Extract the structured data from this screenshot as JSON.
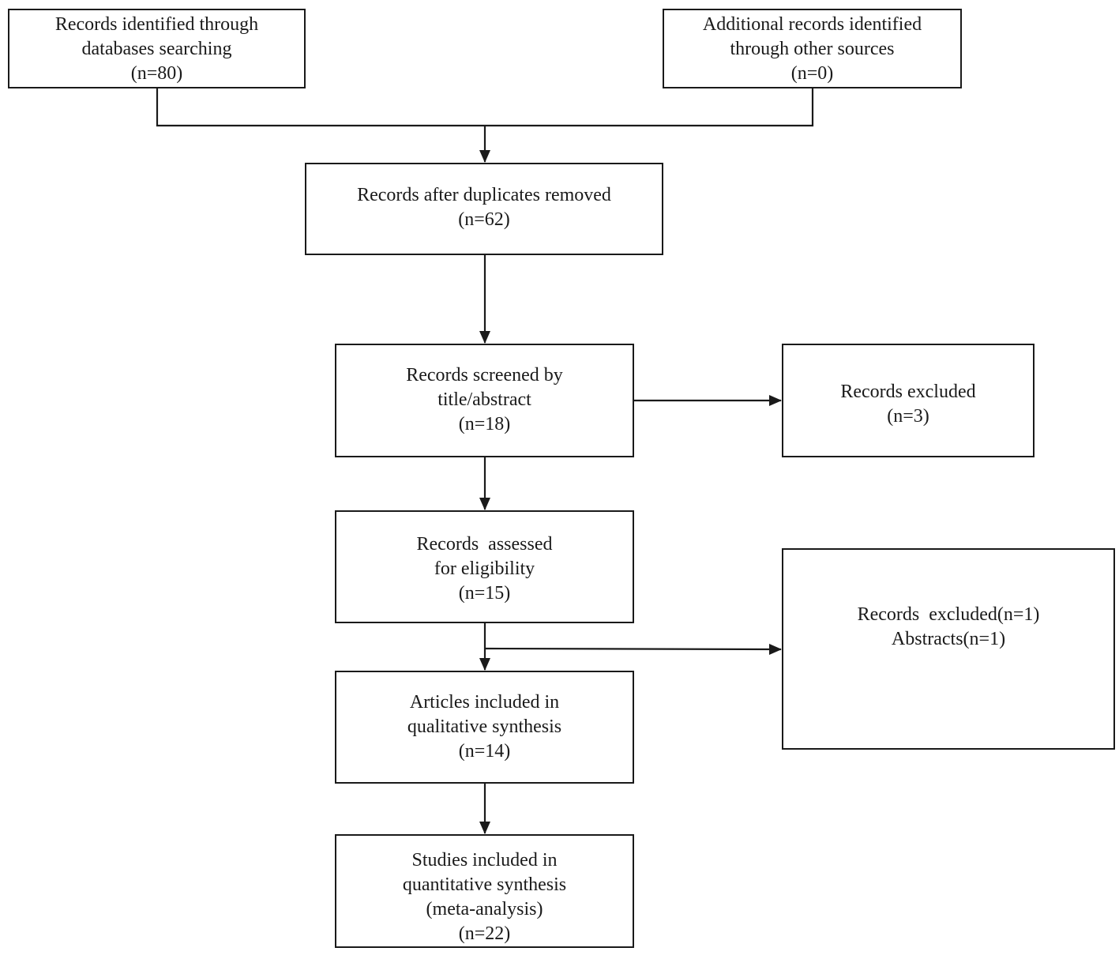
{
  "flowchart": {
    "database_records": {
      "line1": "Records identified through",
      "line2": "databases searching",
      "line3": "(n=80)"
    },
    "other_records": {
      "line1": "Additional records identified",
      "line2": "through other sources",
      "line3": "(n=0)"
    },
    "after_duplicates": {
      "line1": "Records after duplicates removed",
      "line2": "(n=62)"
    },
    "screened": {
      "line1": "Records screened by",
      "line2": "title/abstract",
      "line3": "(n=18)"
    },
    "excluded_screening": {
      "line1": "Records excluded",
      "line2": "(n=3)"
    },
    "assessed": {
      "line1": "Records  assessed",
      "line2": "for eligibility",
      "line3": "(n=15)"
    },
    "excluded_eligibility": {
      "line1": "Records  excluded(n=1)",
      "line2": "Abstracts(n=1)"
    },
    "qualitative": {
      "line1": "Articles included in",
      "line2": "qualitative synthesis",
      "line3": "(n=14)"
    },
    "quantitative": {
      "line1": "Studies included in",
      "line2": "quantitative synthesis",
      "line3": "(meta-analysis)",
      "line4": "(n=22)"
    }
  }
}
